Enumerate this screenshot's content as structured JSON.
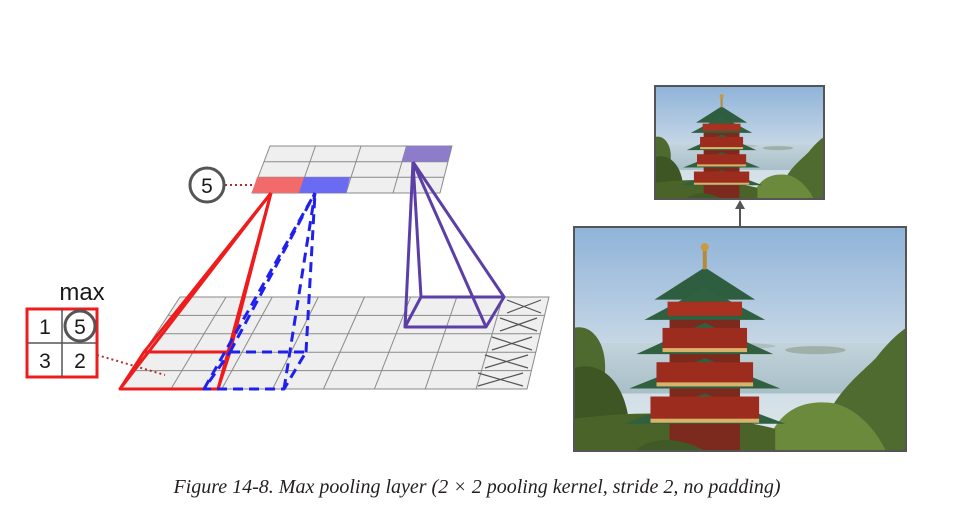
{
  "diagram": {
    "max_label": "max",
    "kernel_values": [
      "1",
      "5",
      "3",
      "2"
    ],
    "max_value": "5",
    "colors": {
      "red_window": "#ee1c1c",
      "blue_window": "#2020ee",
      "purple_window": "#5b3fa6",
      "red_cell": "#f26a6a",
      "blue_cell": "#6a6af2",
      "purple_cell": "#8d7cc9",
      "grid_fill": "#efefef",
      "grid_line": "#8a8a8a"
    }
  },
  "caption": "Figure 14-8. Max pooling layer (2 × 2 pooling kernel, stride 2, no padding)"
}
